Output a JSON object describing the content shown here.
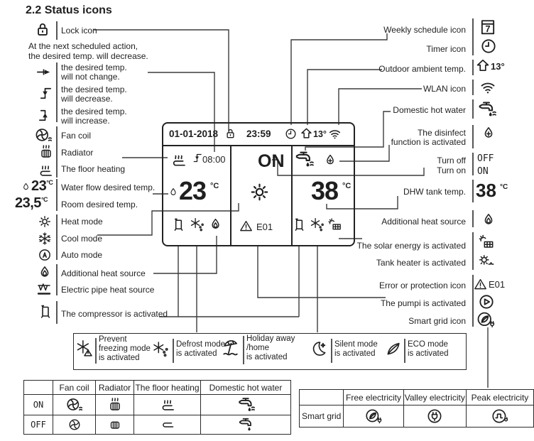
{
  "title": "2.2 Status icons",
  "left_legend": {
    "lock_label": "Lock icon",
    "note_line1": "At the next scheduled action,",
    "note_line2": "the desired temp. will decrease.",
    "arrows": [
      {
        "icon": "arrow-no-change",
        "line1": "the desired temp.",
        "line2": "will not change."
      },
      {
        "icon": "arrow-decrease",
        "line1": "the desired temp.",
        "line2": "will decrease."
      },
      {
        "icon": "arrow-increase",
        "line1": "the desired temp.",
        "line2": "will increase."
      }
    ],
    "items": [
      {
        "icon": "fan-coil",
        "label": "Fan coil"
      },
      {
        "icon": "radiator",
        "label": "Radiator"
      },
      {
        "icon": "floor-heating",
        "label": "The floor heating"
      },
      {
        "icon": "water-drop",
        "value": "23",
        "unit": "°C",
        "label": "Water flow desired temp."
      },
      {
        "icon": "none",
        "value": "23,5",
        "unit": "°C",
        "label": "Room desired temp."
      },
      {
        "icon": "heat-mode",
        "label": "Heat mode"
      },
      {
        "icon": "cool-mode",
        "label": "Cool mode"
      },
      {
        "icon": "auto-mode",
        "label": "Auto mode"
      },
      {
        "icon": "additional-heat-source",
        "label": "Additional heat source"
      },
      {
        "icon": "electric-pipe-heat",
        "label": "Electric pipe heat source"
      },
      {
        "icon": "compressor",
        "label": "The compressor is activated"
      }
    ]
  },
  "right_legend": {
    "items": [
      {
        "icon": "weekly-schedule",
        "label": "Weekly schedule icon",
        "value": "7"
      },
      {
        "icon": "timer",
        "label": "Timer icon"
      },
      {
        "icon": "outdoor-ambient",
        "label": "Outdoor ambient temp.",
        "value": "13°"
      },
      {
        "icon": "wlan",
        "label": "WLAN icon"
      },
      {
        "icon": "domestic-hot-water",
        "label": "Domestic hot water"
      },
      {
        "icon": "disinfect",
        "label_line1": "The disinfect",
        "label_line2": "function is activated"
      },
      {
        "label": "Turn off",
        "value": "OFF"
      },
      {
        "label": "Turn on",
        "value": "ON"
      },
      {
        "label": "DHW tank temp.",
        "value": "38",
        "unit": "°C"
      },
      {
        "icon": "additional-heat-source",
        "label": "Additional heat source"
      },
      {
        "icon": "solar-energy",
        "label": "The solar energy is activated"
      },
      {
        "icon": "tank-heater",
        "label": "Tank heater is activated"
      },
      {
        "icon": "error-protection",
        "label": "Error or protection icon",
        "value": "E01"
      },
      {
        "icon": "pump",
        "label": "The pumpi is activated"
      },
      {
        "icon": "smart-grid",
        "label": "Smart grid icon"
      }
    ]
  },
  "display": {
    "date": "01-01-2018",
    "time": "23:59",
    "outdoor_temp": "13°",
    "schedule_time": "08:00",
    "water_flow_temp": "23",
    "water_flow_unit": "°C",
    "power_state": "ON",
    "error_code": "E01",
    "tank_temp": "38",
    "tank_unit": "°C"
  },
  "modes_box": {
    "items": [
      {
        "icon": "prevent-freezing",
        "lines": [
          "Prevent",
          "freezing mode",
          "is activated"
        ]
      },
      {
        "icon": "defrost",
        "lines": [
          "Defrost mode",
          "is activated"
        ]
      },
      {
        "icon": "holiday",
        "lines": [
          "Holiday away",
          "/home",
          "is activated"
        ]
      },
      {
        "icon": "silent",
        "lines": [
          "Silent mode",
          "is activated"
        ]
      },
      {
        "icon": "eco",
        "lines": [
          "ECO mode",
          "is activated"
        ]
      }
    ]
  },
  "onoff_table": {
    "headers": [
      "",
      "Fan coil",
      "Radiator",
      "The floor heating",
      "Domestic hot water"
    ],
    "row_on": "ON",
    "row_off": "OFF"
  },
  "smart_grid_table": {
    "headers": [
      "",
      "Free electricity",
      "Valley electricity",
      "Peak electricity"
    ],
    "row_label": "Smart grid"
  },
  "colors": {
    "ink": "#1f1f1f",
    "line": "#3c3c3c",
    "bg": "#ffffff"
  }
}
